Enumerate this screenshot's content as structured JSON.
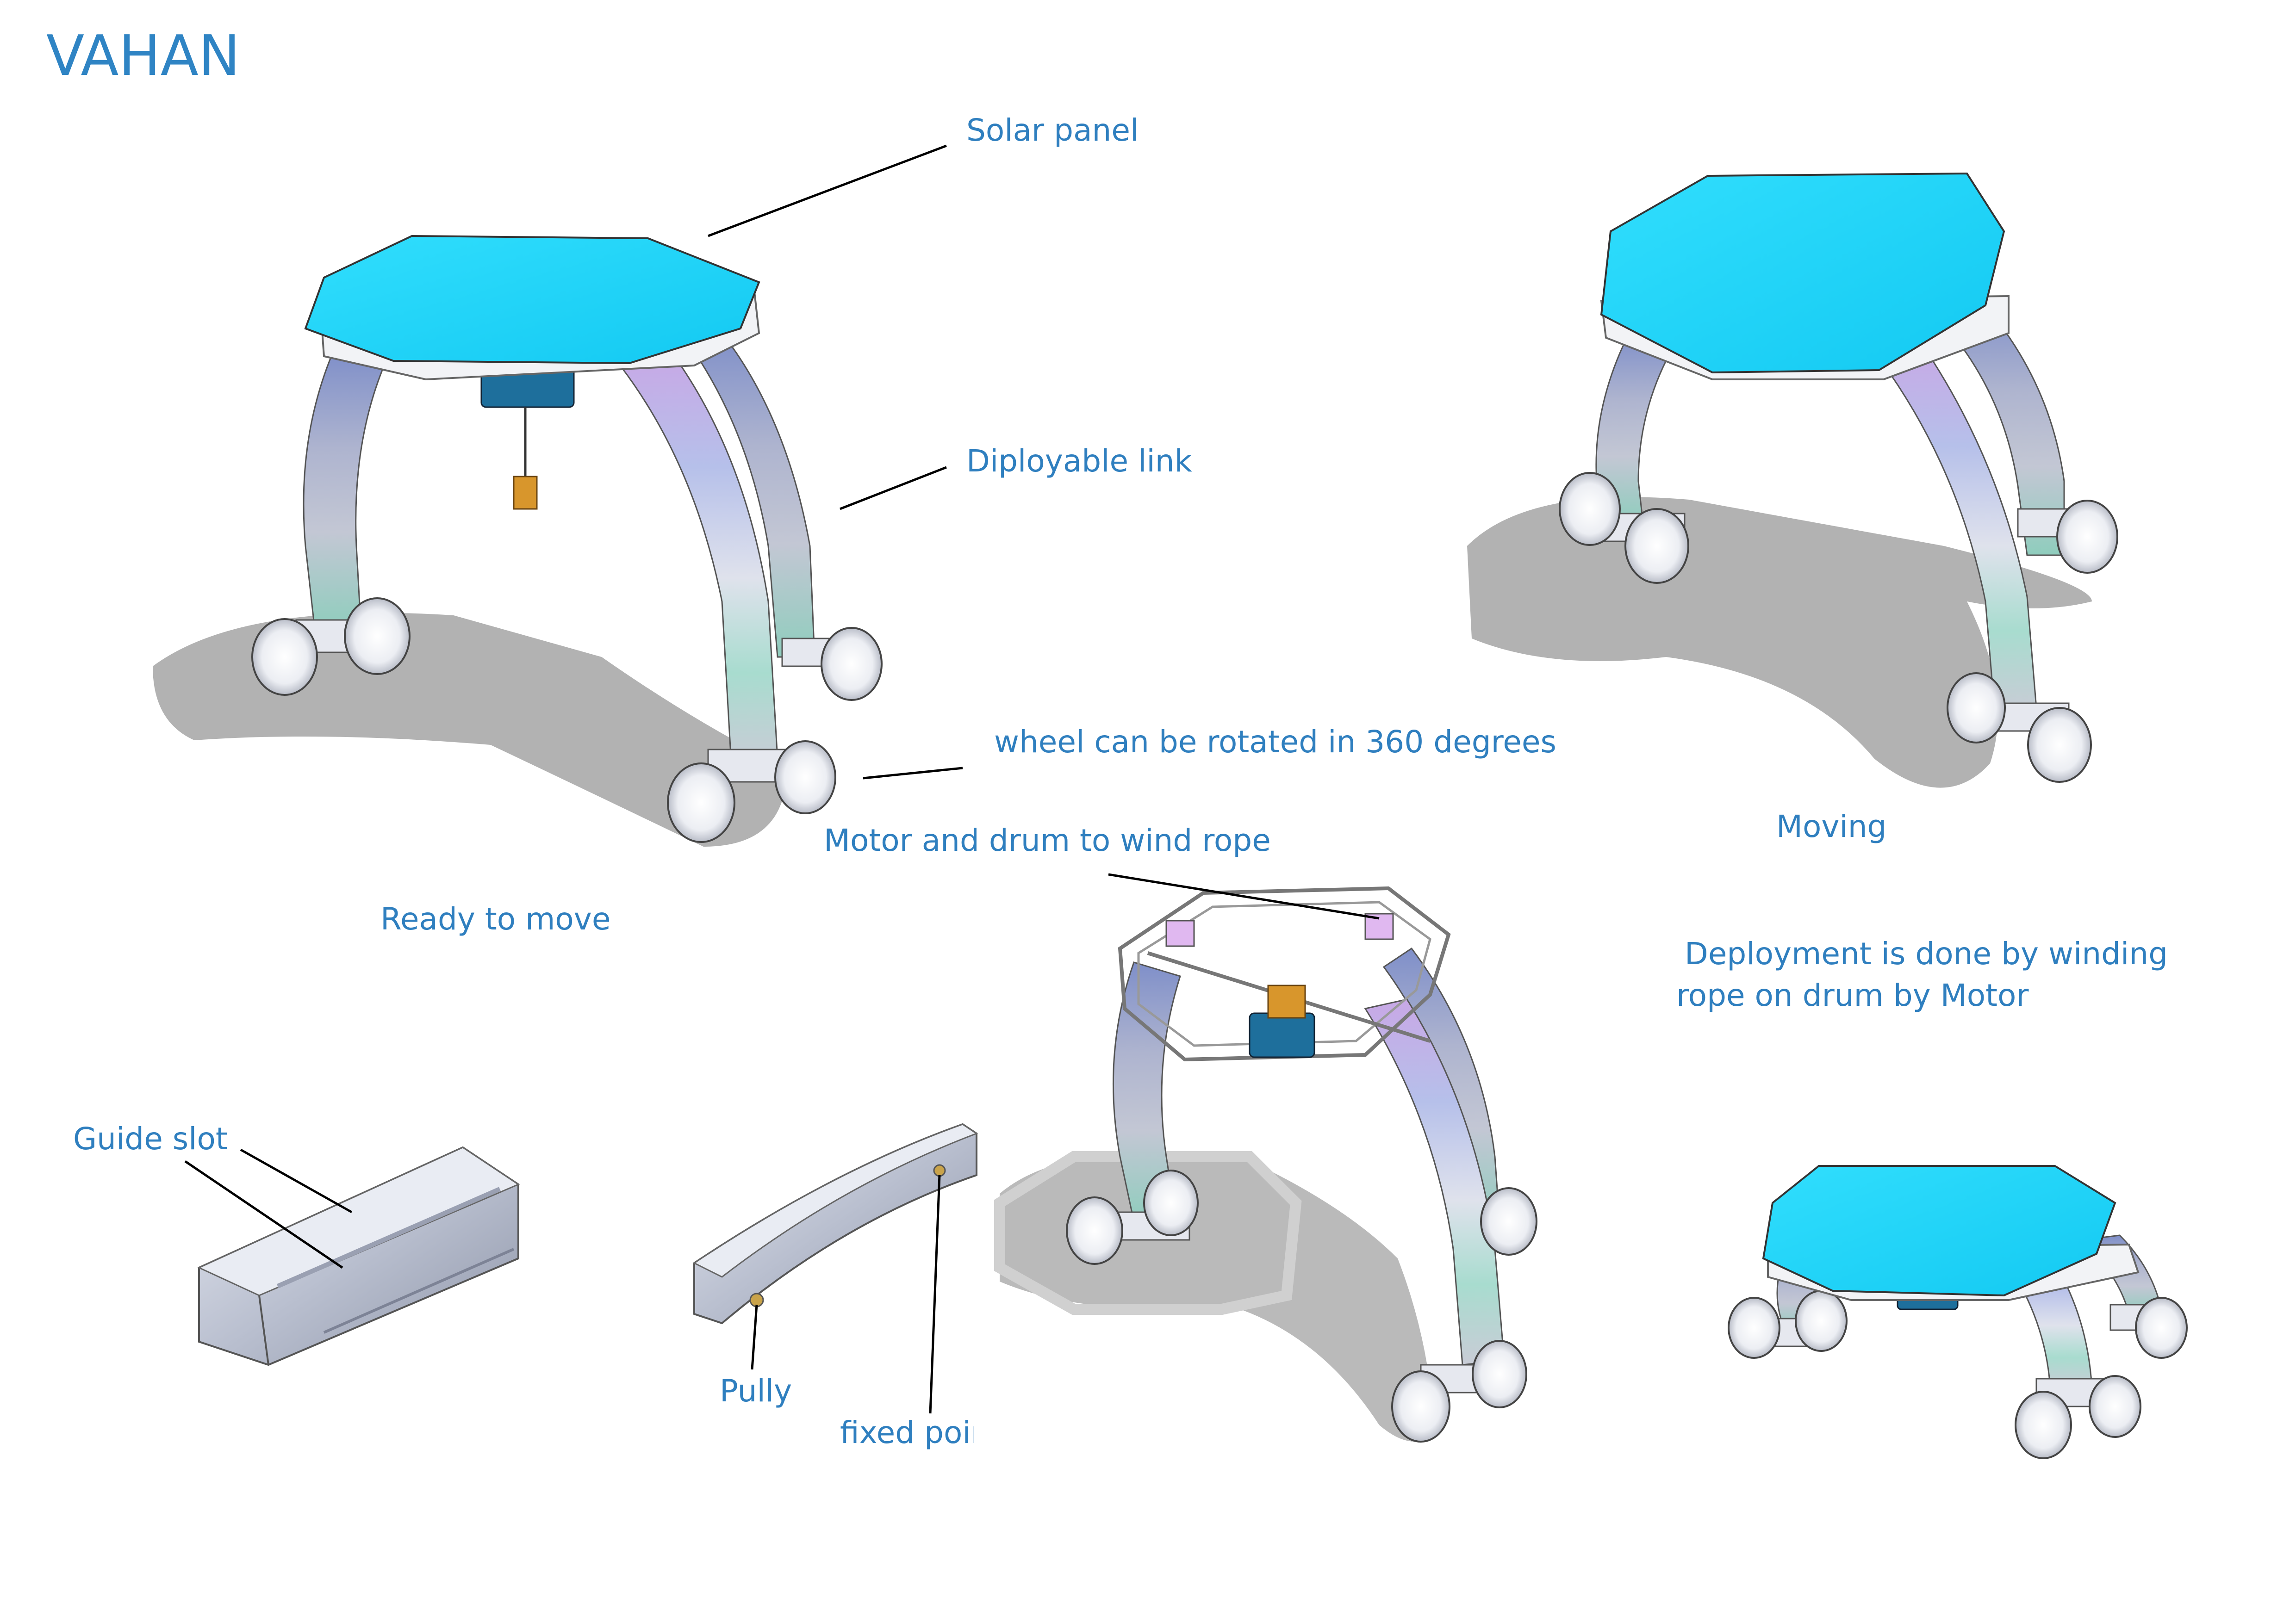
{
  "title": "VAHAN",
  "labels": {
    "solar_panel": "Solar panel",
    "deployable_link": "Diployable link",
    "wheel_rotation": "wheel can be rotated in 360 degrees",
    "motor_drum": "Motor and drum to wind rope",
    "ready_to_move": "Ready to move",
    "moving": "Moving",
    "deployment_line1": "Deployment is done by winding",
    "deployment_line2": "rope on drum by Motor",
    "guide_slot": "Guide slot",
    "pully": "Pully",
    "fixed_point": "fixed point"
  },
  "colors": {
    "label_text": "#2f7fbf",
    "solar_panel": "#1fd6fb",
    "link_blue": "#aab3dd",
    "link_pink": "#dcb6e9",
    "link_teal": "#9ed8cc",
    "link_grey": "#c9ccd6",
    "wheel": "#eeeff3",
    "motor": "#1e6f9c"
  }
}
